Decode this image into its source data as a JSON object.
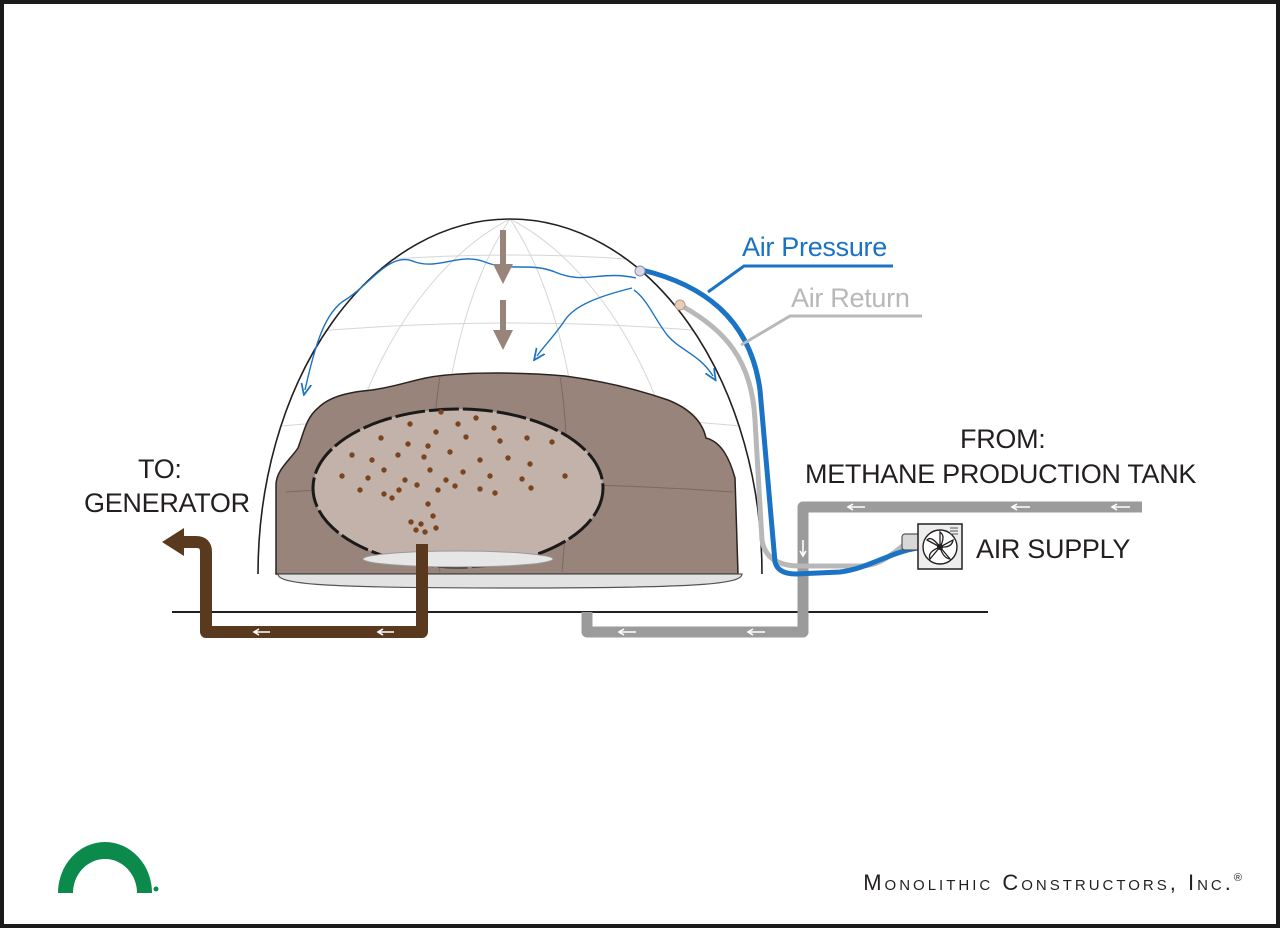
{
  "labels": {
    "air_pressure": "Air Pressure",
    "air_return": "Air Return",
    "from_line1": "FROM:",
    "from_line2": "METHANE PRODUCTION TANK",
    "air_supply": "AIR SUPPLY",
    "to_line1": "TO:",
    "to_line2": "GENERATOR"
  },
  "company": {
    "name": "Monolithic Constructors, Inc.",
    "trademark": "®"
  },
  "colors": {
    "air_pressure": "#1a73c4",
    "air_return": "#b8b8b8",
    "gas_pipe": "#9b9b9b",
    "generator_pipe": "#5a3a1e",
    "biomass": "#98847a",
    "biomass_cavity": "#c2b2aa",
    "particles": "#7a4420",
    "logo_green": "#0b8a4c"
  },
  "icons": [
    "fan-icon",
    "monolithic-logo-icon"
  ]
}
